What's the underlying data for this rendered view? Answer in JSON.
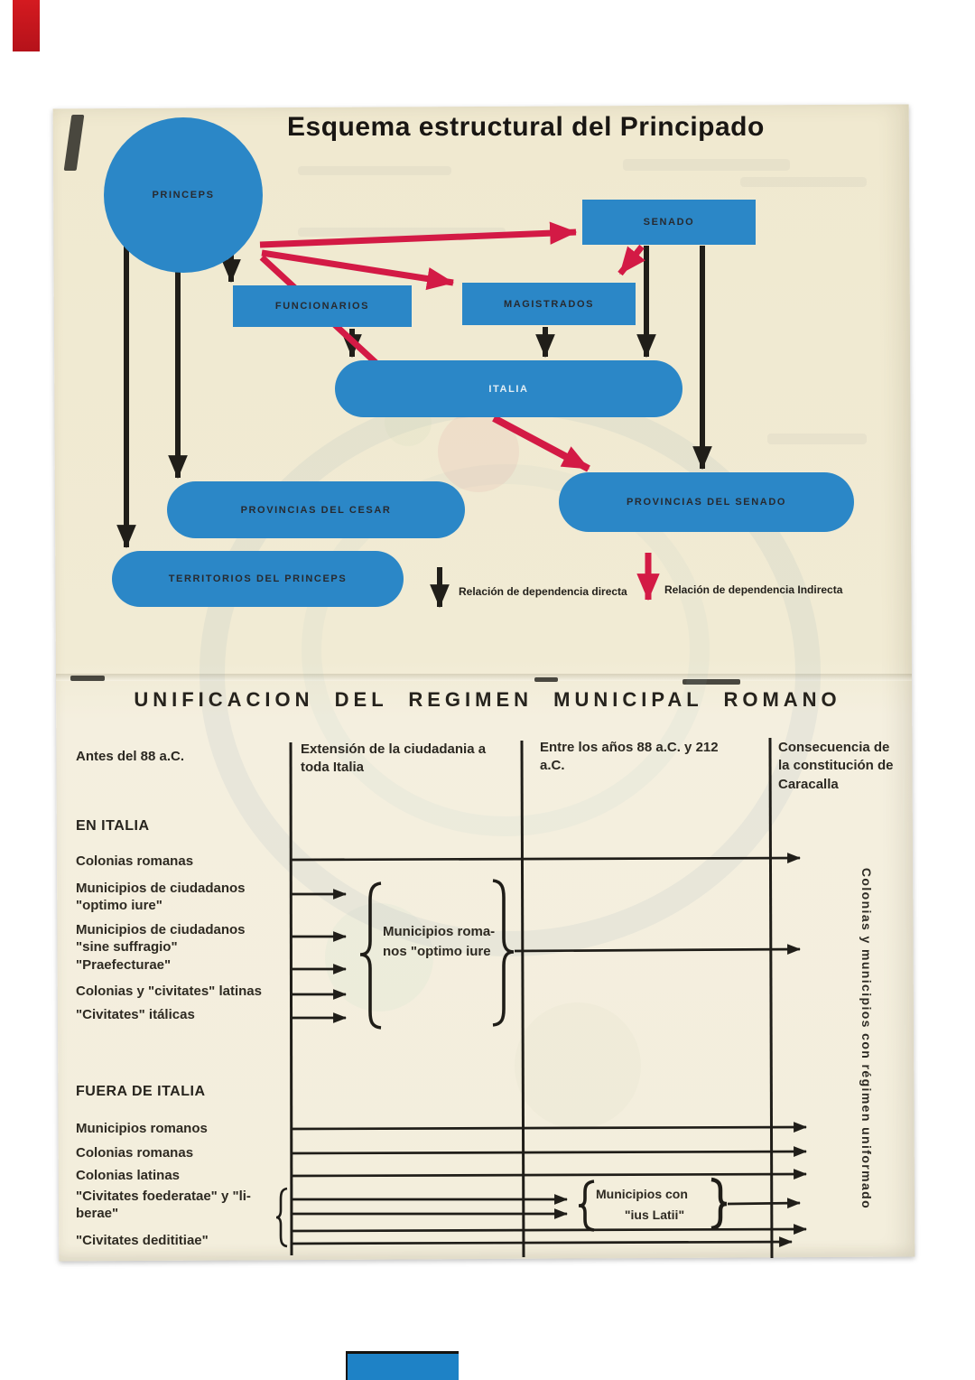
{
  "colors": {
    "paper": "#f1ebd4",
    "node_blue": "#2b87c7",
    "arrow_black": "#201e19",
    "arrow_red": "#d31a45",
    "print_text": "#2e2a22"
  },
  "top_diagram": {
    "title": "Esquema estructural del Principado",
    "nodes": {
      "princeps": "PRINCEPS",
      "senado": "SENADO",
      "funcionarios": "FUNCIONARIOS",
      "magistrados": "MAGISTRADOS",
      "italia": "ITALIA",
      "provincias_cesar": "PROVINCIAS DEL CESAR",
      "provincias_senado": "PROVINCIAS DEL SENADO",
      "territorios_princeps": "TERRITORIOS DEL PRINCEPS"
    },
    "legend": {
      "direct": "Relación de dependencia directa",
      "indirect": "Relación de dependencia Indirecta"
    }
  },
  "bottom_chart": {
    "title": "UNIFICACION DEL REGIMEN MUNICIPAL ROMANO",
    "columns": [
      {
        "lines": [
          "Antes del 88 a.C."
        ]
      },
      {
        "lines": [
          "Extensión de la ciudadania a",
          "toda Italia"
        ]
      },
      {
        "lines": [
          "Entre los años 88 a.C. y 212",
          "a.C."
        ]
      },
      {
        "lines": [
          "Consecuencia de",
          "la constitución de",
          "Caracalla"
        ]
      }
    ],
    "en_italia": {
      "heading": "EN ITALIA",
      "rows": [
        {
          "lines": [
            "Colonias romanas"
          ]
        },
        {
          "lines": [
            "Municipios de ciudadanos",
            "\"optimo iure\""
          ]
        },
        {
          "lines": [
            "Municipios de ciudadanos",
            "\"sine suffragio\""
          ]
        },
        {
          "lines": [
            "\"Praefecturae\""
          ]
        },
        {
          "lines": [
            "Colonias y \"civitates\" latinas"
          ]
        },
        {
          "lines": [
            "\"Civitates\" itálicas"
          ]
        }
      ]
    },
    "fuera_de_italia": {
      "heading": "FUERA DE ITALIA",
      "rows": [
        {
          "lines": [
            "Municipios romanos"
          ]
        },
        {
          "lines": [
            "Colonias romanas"
          ]
        },
        {
          "lines": [
            "Colonias latinas"
          ]
        },
        {
          "lines": [
            "\"Civitates foederatae\" y \"li-",
            "berae\""
          ]
        },
        {
          "lines": [
            "\"Civitates dedititiae\""
          ]
        }
      ]
    },
    "group_labels": {
      "municipios_optimo": {
        "lines": [
          "Municipios roma-",
          "nos \"optimo iure"
        ]
      },
      "municipios_ius": {
        "lines": [
          "Municipios con",
          "\"ius Latii\""
        ]
      }
    },
    "vertical_label": "Colonias y municipios con régimen uniformado"
  }
}
